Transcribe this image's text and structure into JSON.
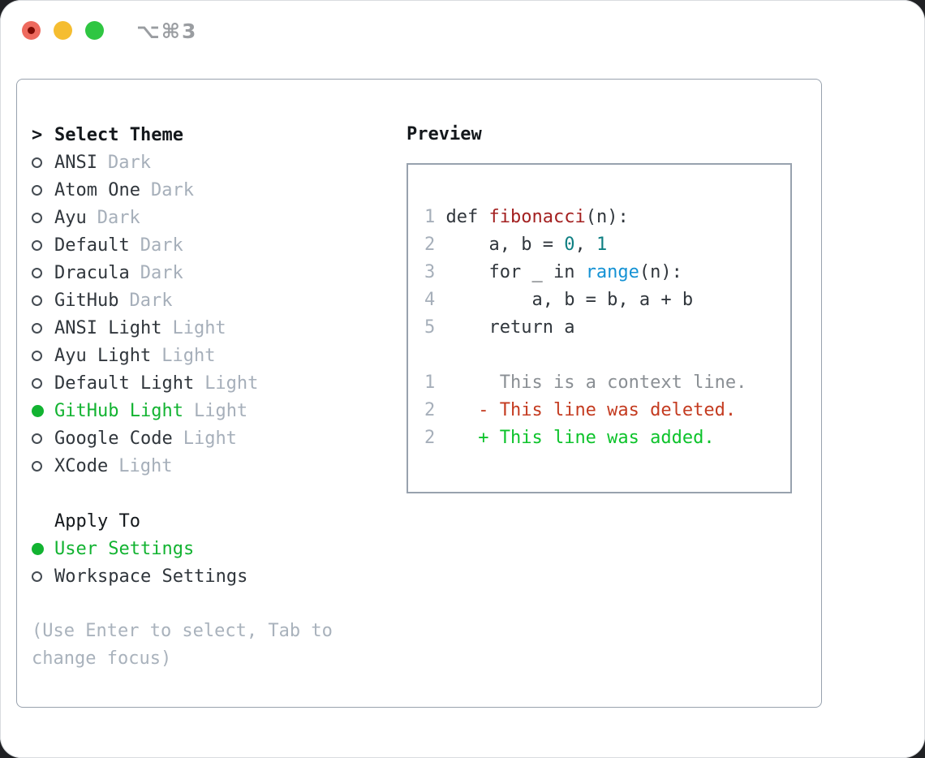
{
  "window": {
    "title_shortcut": "⌥⌘3",
    "traffic_lights": [
      "close",
      "minimize",
      "zoom"
    ]
  },
  "colors": {
    "accent_green": "#12b331",
    "added_green": "#0dc32b",
    "deleted_red": "#c43b20",
    "function_red": "#a32020",
    "number_teal": "#0e7f82",
    "builtin_blue": "#1492d4",
    "muted_gray": "#a6afba",
    "text_dark": "#30363c",
    "panel_border": "#98a2ae"
  },
  "theme_picker": {
    "prompt": ">",
    "title": "Select Theme",
    "themes": [
      {
        "name": "ANSI",
        "tag": "Dark",
        "selected": false
      },
      {
        "name": "Atom One",
        "tag": "Dark",
        "selected": false
      },
      {
        "name": "Ayu",
        "tag": "Dark",
        "selected": false
      },
      {
        "name": "Default",
        "tag": "Dark",
        "selected": false
      },
      {
        "name": "Dracula",
        "tag": "Dark",
        "selected": false
      },
      {
        "name": "GitHub",
        "tag": "Dark",
        "selected": false
      },
      {
        "name": "ANSI Light",
        "tag": "Light",
        "selected": false
      },
      {
        "name": "Ayu Light",
        "tag": "Light",
        "selected": false
      },
      {
        "name": "Default Light",
        "tag": "Light",
        "selected": false
      },
      {
        "name": "GitHub Light",
        "tag": "Light",
        "selected": true
      },
      {
        "name": "Google Code",
        "tag": "Light",
        "selected": false
      },
      {
        "name": "XCode",
        "tag": "Light",
        "selected": false
      }
    ],
    "apply_to": {
      "title": "Apply To",
      "options": [
        {
          "name": "User Settings",
          "selected": true
        },
        {
          "name": "Workspace Settings",
          "selected": false
        }
      ]
    },
    "hint": "(Use Enter to select, Tab to change focus)"
  },
  "preview": {
    "title": "Preview",
    "lines": [
      {
        "tokens": [
          [
            "1 ",
            "ln"
          ],
          [
            "def ",
            "plain"
          ],
          [
            "fibonacci",
            "func"
          ],
          [
            "(n):",
            "plain"
          ]
        ]
      },
      {
        "tokens": [
          [
            "2 ",
            "ln"
          ],
          [
            "    a, b = ",
            "plain"
          ],
          [
            "0",
            "num"
          ],
          [
            ", ",
            "plain"
          ],
          [
            "1",
            "num"
          ]
        ]
      },
      {
        "tokens": [
          [
            "3 ",
            "ln"
          ],
          [
            "    for _ in ",
            "plain"
          ],
          [
            "range",
            "builtin"
          ],
          [
            "(n):",
            "plain"
          ]
        ]
      },
      {
        "tokens": [
          [
            "4 ",
            "ln"
          ],
          [
            "        a, b = b, a + b",
            "plain"
          ]
        ]
      },
      {
        "tokens": [
          [
            "5 ",
            "ln"
          ],
          [
            "    return a",
            "plain"
          ]
        ]
      },
      {
        "tokens": []
      },
      {
        "tokens": [
          [
            "1",
            "ln"
          ],
          [
            "      This is a context line.",
            "context"
          ]
        ]
      },
      {
        "tokens": [
          [
            "2",
            "ln"
          ],
          [
            "    ",
            "plain"
          ],
          [
            "- This line was deleted.",
            "deleted"
          ]
        ]
      },
      {
        "tokens": [
          [
            "2",
            "ln"
          ],
          [
            "    ",
            "plain"
          ],
          [
            "+ This line was added.",
            "added"
          ]
        ]
      }
    ]
  }
}
